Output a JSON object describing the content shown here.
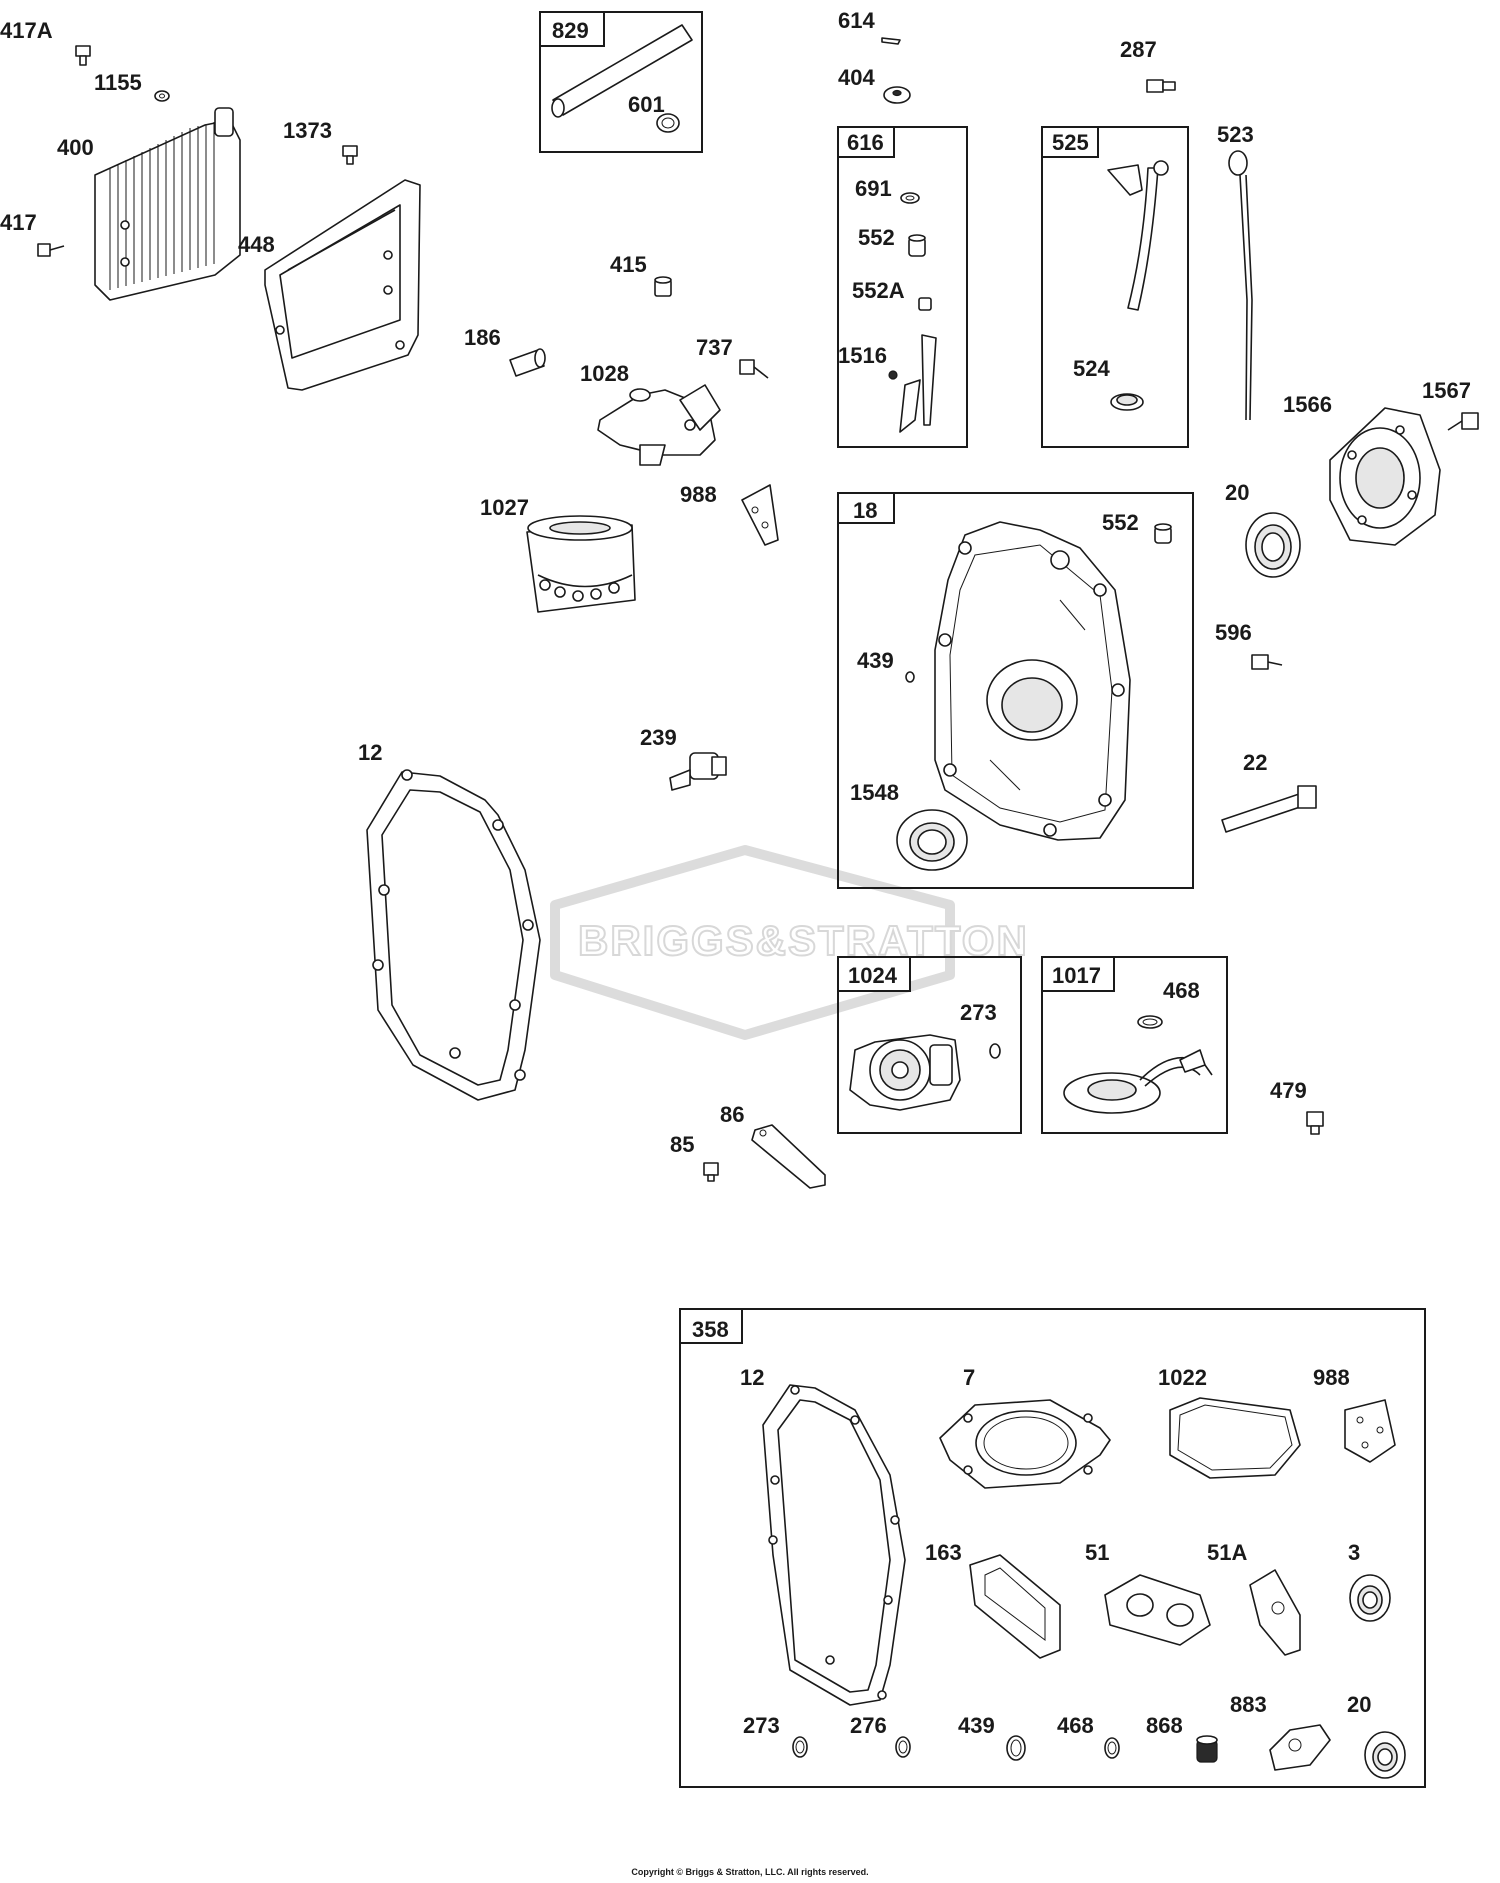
{
  "diagram": {
    "parts": [
      {
        "id": "417A"
      },
      {
        "id": "1155"
      },
      {
        "id": "400"
      },
      {
        "id": "1373"
      },
      {
        "id": "417"
      },
      {
        "id": "448"
      },
      {
        "id": "829"
      },
      {
        "id": "601"
      },
      {
        "id": "614"
      },
      {
        "id": "404"
      },
      {
        "id": "287"
      },
      {
        "id": "523"
      },
      {
        "id": "616"
      },
      {
        "id": "691"
      },
      {
        "id": "552"
      },
      {
        "id": "552A"
      },
      {
        "id": "1516"
      },
      {
        "id": "525"
      },
      {
        "id": "524"
      },
      {
        "id": "415"
      },
      {
        "id": "186"
      },
      {
        "id": "1028"
      },
      {
        "id": "737"
      },
      {
        "id": "1567"
      },
      {
        "id": "1566"
      },
      {
        "id": "988"
      },
      {
        "id": "1027"
      },
      {
        "id": "20"
      },
      {
        "id": "18"
      },
      {
        "id": "552"
      },
      {
        "id": "596"
      },
      {
        "id": "439"
      },
      {
        "id": "239"
      },
      {
        "id": "12"
      },
      {
        "id": "22"
      },
      {
        "id": "1548"
      },
      {
        "id": "1024"
      },
      {
        "id": "273"
      },
      {
        "id": "1017"
      },
      {
        "id": "468"
      },
      {
        "id": "479"
      },
      {
        "id": "86"
      },
      {
        "id": "85"
      }
    ],
    "kit": {
      "id": "358",
      "parts": [
        {
          "id": "12"
        },
        {
          "id": "7"
        },
        {
          "id": "1022"
        },
        {
          "id": "988"
        },
        {
          "id": "163"
        },
        {
          "id": "51"
        },
        {
          "id": "51A"
        },
        {
          "id": "3"
        },
        {
          "id": "273"
        },
        {
          "id": "276"
        },
        {
          "id": "439"
        },
        {
          "id": "468"
        },
        {
          "id": "868"
        },
        {
          "id": "883"
        },
        {
          "id": "20"
        }
      ]
    }
  },
  "watermark": "BRIGGS&STRATTON",
  "copyright": "Copyright © Briggs & Stratton, LLC. All rights reserved."
}
